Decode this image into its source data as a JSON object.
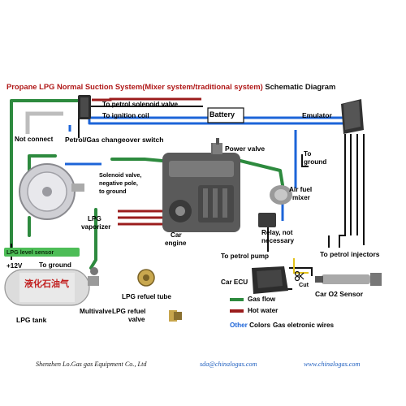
{
  "title": {
    "main": "Propane LPG  Normal Suction System(Mixer system/traditional system)",
    "suffix": " Schematic Diagram"
  },
  "labels": {
    "to_petrol_solenoid_valve": "To petrol solenoid valve",
    "to_ignition_coil": "To ignition coil",
    "battery": "Battery",
    "emulator": "Emulator",
    "not_connect": "Not connect",
    "petrol_gas_switch": "Petrol/Gas changeover switch",
    "power_valve": "Power valve",
    "to_ground_1": "To",
    "to_ground_2": "ground",
    "solenoid_valve_1": "Solenoid valve,",
    "solenoid_valve_2": "negative pole,",
    "solenoid_valve_3": "to ground",
    "air_fuel_1": "Air fuel",
    "air_fuel_2": "mixer",
    "lpg_vaporizer_1": "LPG",
    "lpg_vaporizer_2": "vaporizer",
    "car_engine_1": "Car",
    "car_engine_2": "engine",
    "relay_1": "Relay, not",
    "relay_2": "necessary",
    "lpg_level_sensor": "LPG level sensor",
    "plus_12v": "+12V",
    "to_ground_sensor": "To ground",
    "to_petrol_pump": "To petrol pump",
    "to_petrol_injectors": "To petrol injectors",
    "car_ecu": "Car ECU",
    "cut": "Cut",
    "car_o2_sensor": "Car O2 Sensor",
    "lpg_tank": "LPG tank",
    "tank_sticker": "液化石油气",
    "multivalve": "Multivalve",
    "lpg_refuel_tube": "LPG refuel tube",
    "lpg_refuel_valve_1": "LPG refuel",
    "lpg_refuel_valve_2": "valve"
  },
  "legend": {
    "gas_flow": "Gas flow",
    "hot_water": "Hot water",
    "other": "Other",
    "colors": " Colors",
    "gas_electronic_wires": "Gas eletronic wires"
  },
  "footer": {
    "company": "Shenzhen Lo.Gas gas Equipment Co., Ltd",
    "email": "sda@chinalogas.com",
    "website": "www.chinalogas.com"
  },
  "colors": {
    "gas_flow": "#2d8a3e",
    "hot_water": "#9b1c1c",
    "wire_blue": "#1c64d8",
    "wire_black": "#111111",
    "wire_white": "#bdbdbd",
    "title_red": "#b01818",
    "other_blue": "#1c64d8"
  }
}
